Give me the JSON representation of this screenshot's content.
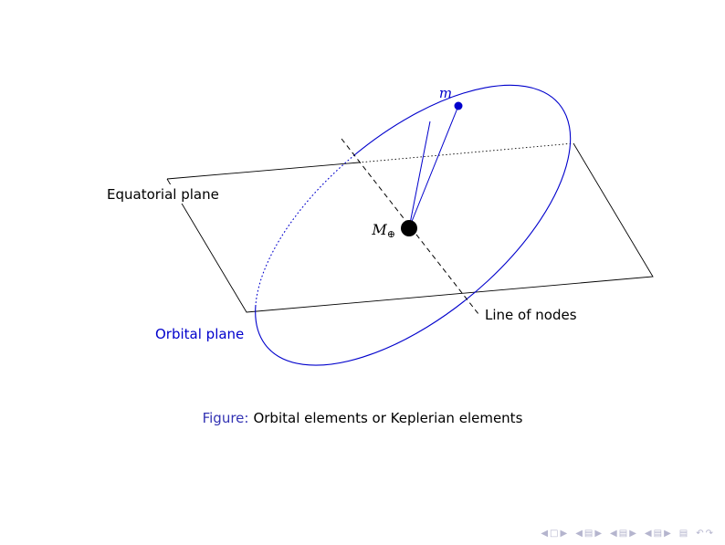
{
  "slide": {
    "background_color": "#ffffff",
    "diagram": {
      "labels": {
        "equatorial_plane": "Equatorial plane",
        "orbital_plane": "Orbital plane",
        "line_of_nodes": "Line of nodes",
        "central_mass_symbol": "M",
        "central_mass_subscript": "⊕",
        "orbiting_mass_symbol": "m"
      },
      "colors": {
        "orbit_blue": "#0000cc",
        "plane_outline": "#000000",
        "central_mass_fill": "#000000"
      }
    },
    "caption": {
      "label": "Figure:",
      "label_color": "#3333b3",
      "text": "Orbital elements or Keplerian elements"
    },
    "navigation": {
      "color": "#b5b5ce",
      "items": [
        {
          "glyph": "◀"
        },
        {
          "glyph": "□"
        },
        {
          "glyph": "▶"
        },
        {
          "glyph": "◀"
        },
        {
          "glyph": "▤"
        },
        {
          "glyph": "▶"
        },
        {
          "glyph": "◀"
        },
        {
          "glyph": "▤"
        },
        {
          "glyph": "▶"
        },
        {
          "glyph": "◀"
        },
        {
          "glyph": "▤"
        },
        {
          "glyph": "▶"
        },
        {
          "glyph": "▤"
        },
        {
          "glyph": "↶"
        },
        {
          "glyph": "↷"
        }
      ]
    }
  }
}
